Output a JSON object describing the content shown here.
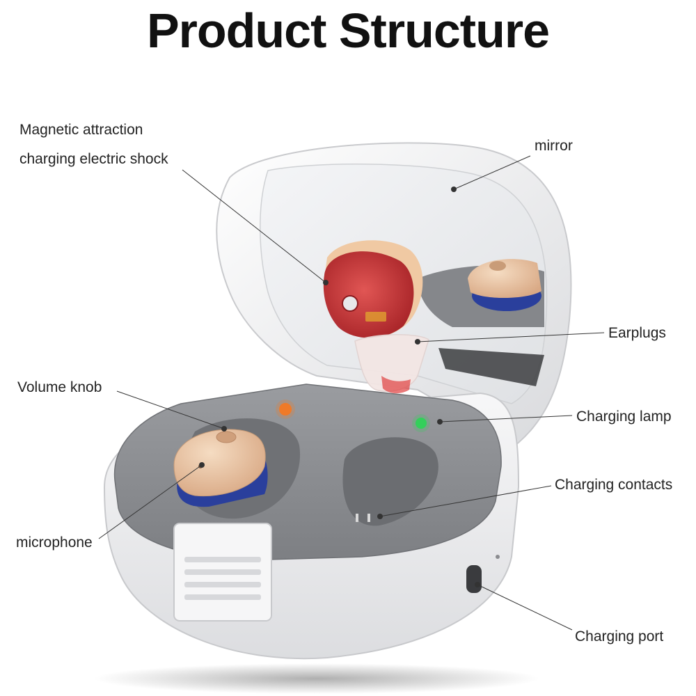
{
  "title": "Product Structure",
  "labels": {
    "magnetic_line1": "Magnetic attraction",
    "magnetic_line2": "charging electric shock",
    "mirror": "mirror",
    "earplugs": "Earplugs",
    "volume_knob": "Volume knob",
    "charging_lamp": "Charging lamp",
    "charging_contacts": "Charging contacts",
    "microphone": "microphone",
    "charging_port": "Charging port"
  },
  "colors": {
    "case_shell": "#f2f2f3",
    "tray_gray": "#8e9094",
    "hearing_aid_beige": "#e8c3a0",
    "hearing_aid_blue": "#2a3f9c",
    "transparent_red": "#c0262a",
    "lamp_orange": "#f07a28",
    "lamp_green": "#33d05a"
  }
}
